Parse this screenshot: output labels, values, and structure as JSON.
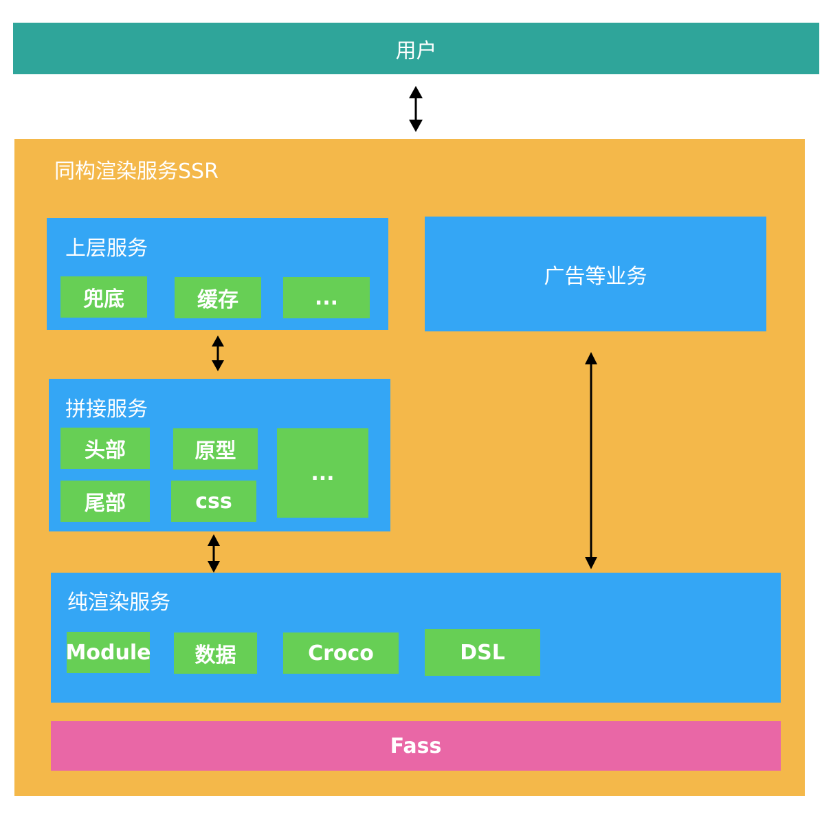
{
  "colors": {
    "user": "#2fa59a",
    "ssr": "#f4b84a",
    "panel": "#34a6f5",
    "module": "#67cf55",
    "fass": "#e967a6"
  },
  "user": "用户",
  "ssr": {
    "title": "同构渲染服务SSR",
    "upper": {
      "title": "上层服务",
      "items": [
        "兜底",
        "缓存",
        "..."
      ]
    },
    "ads": "广告等业务",
    "splice": {
      "title": "拼接服务",
      "items": [
        "头部",
        "原型",
        "尾部",
        "css",
        "..."
      ]
    },
    "render": {
      "title": "纯渲染服务",
      "items": [
        "Module",
        "数据",
        "Croco",
        "DSL"
      ]
    },
    "fass": "Fass"
  }
}
